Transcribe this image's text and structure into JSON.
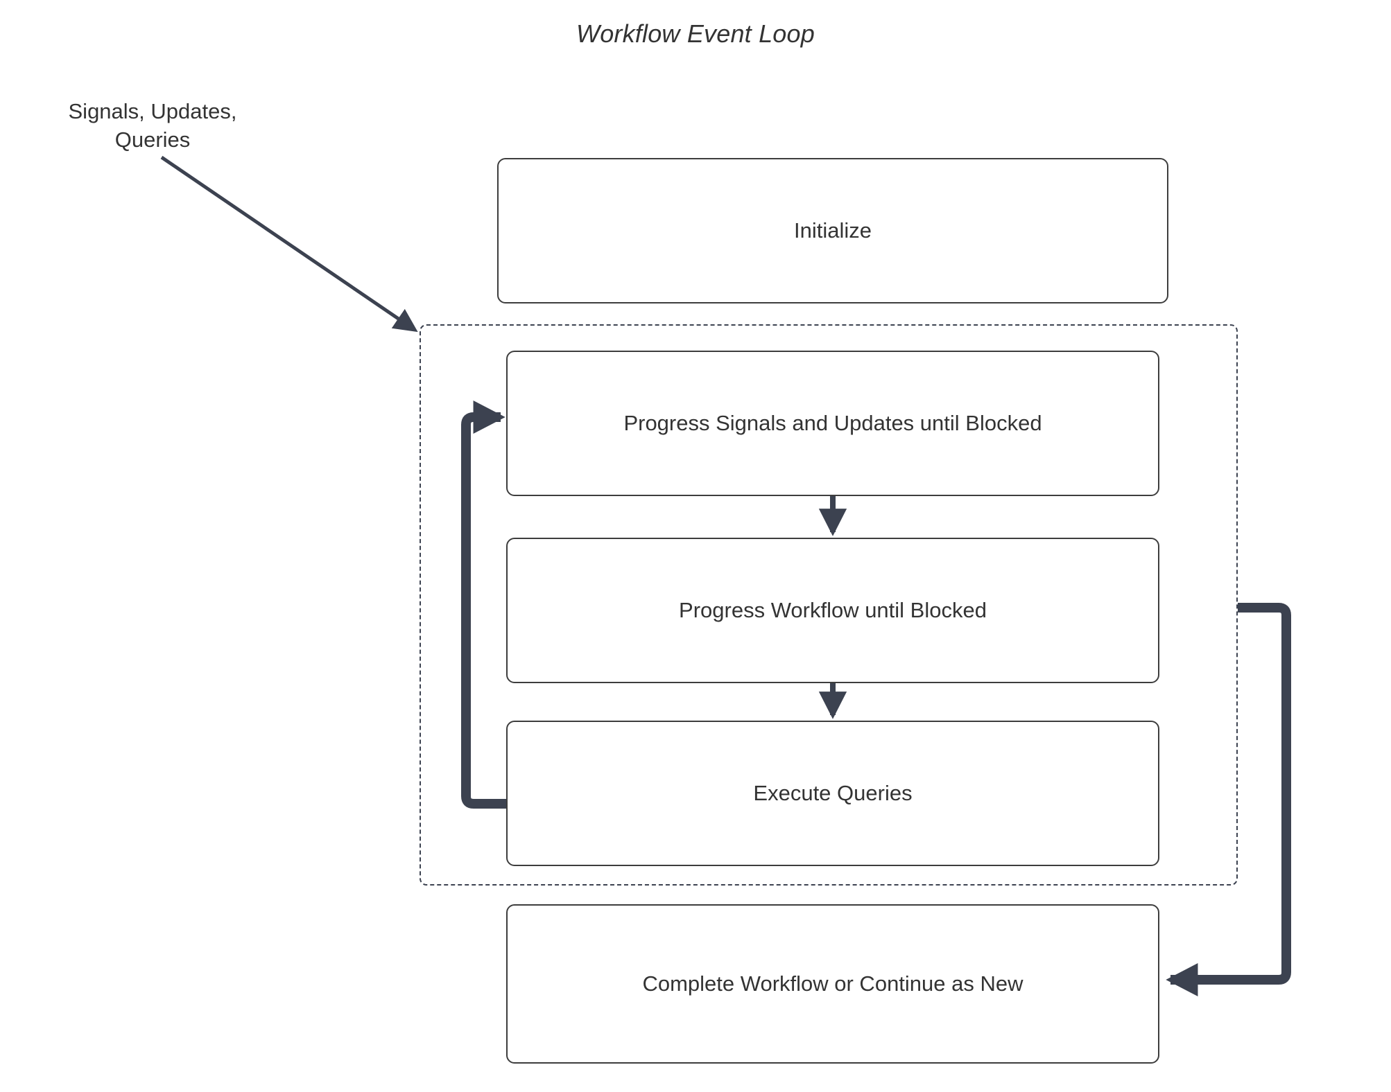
{
  "diagram": {
    "title": "Workflow Event Loop",
    "external_input_label": "Signals, Updates,\nQueries",
    "colors": {
      "edge": "#3c4250",
      "node_border": "#3d3d3d",
      "node_fill": "#ffffff",
      "text": "#333333",
      "background": "#ffffff"
    },
    "nodes": [
      {
        "id": "initialize",
        "label": "Initialize"
      },
      {
        "id": "progress_signals",
        "label": "Progress Signals and Updates until Blocked"
      },
      {
        "id": "progress_workflow",
        "label": "Progress Workflow until Blocked"
      },
      {
        "id": "execute_queries",
        "label": "Execute Queries"
      },
      {
        "id": "complete",
        "label": "Complete Workflow or Continue as New"
      }
    ],
    "container": {
      "id": "event_loop_region",
      "style": "dashed",
      "label": ""
    },
    "edges": [
      {
        "from": "external_input",
        "to": "event_loop_region",
        "style": "solid-thin",
        "label": ""
      },
      {
        "from": "progress_signals",
        "to": "progress_workflow",
        "style": "solid-thin",
        "label": ""
      },
      {
        "from": "progress_workflow",
        "to": "execute_queries",
        "style": "solid-thin",
        "label": ""
      },
      {
        "from": "execute_queries",
        "to": "progress_signals",
        "style": "solid-thick-loop",
        "label": ""
      },
      {
        "from": "event_loop_region",
        "to": "complete",
        "style": "solid-thick-loop",
        "label": ""
      }
    ]
  }
}
